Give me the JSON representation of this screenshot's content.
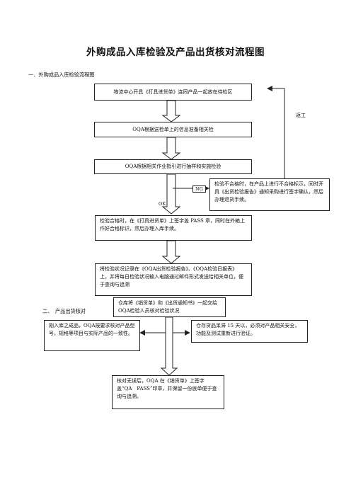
{
  "title": "外购成品入库检验及产品出货核对流程图",
  "section1": {
    "heading": "一、外购成品入库检验流程图",
    "step1": "物流中心开具《打具进货单》连同产品一起放在待检区",
    "step2": "OQA根据送检单上的信息准备相关检",
    "step3": "OQA根据相关作业指引进行抽样和实施检验",
    "ng_box": "检验不合格时，在产品上进行不合格标示，同时开具《出货检验报告》通知采购进行签字确认，然后办理退货手续。",
    "ng_label": "NG",
    "ok_label": "OK",
    "return_label": "返工",
    "step4": "检验合格时，在《打具进货单》上签字盖 PASS 章，同时在外箱上作好合格标识，然后办理入库手续。",
    "step5": "将检验状况记录在《OQA出货检验报告》、《OQA检验日报表》上，并将每日检验状况输入电脑通过邮件形式发送给相关单位，便于查询与追溯"
  },
  "section2": {
    "heading": "二、　产品出货核对",
    "step1": "仓库将《销货单》和《出货通知书》一起交给OQA检验人员核对检验状况",
    "left_note": "刚入库之成品，OQA按要求核对产品型号，规格等项目与实际产品的一致性。",
    "right_note": "仓存货品呆滞 15 天以，必须对产品相关安全，功能及测试重新进行验证。",
    "step2": "核对无误后，OQA 在《销货单》上签字盖“QA　PASS”印章，并保留一份底单便于查询与追溯。"
  }
}
